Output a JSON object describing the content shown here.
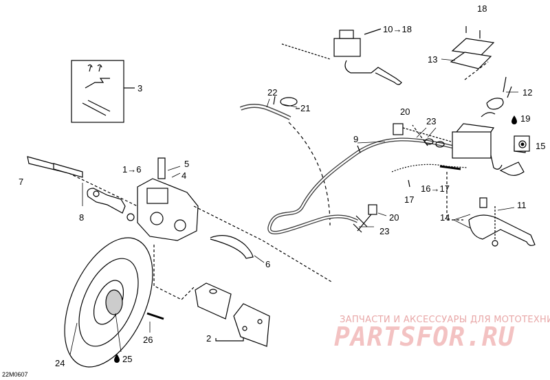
{
  "callouts": {
    "c3": "3",
    "c22": "22",
    "c21": "21",
    "c1_6": "1→6",
    "c5": "5",
    "c4": "4",
    "c7": "7",
    "c8": "8",
    "c9": "9",
    "c10_18": "10→18",
    "c18": "18",
    "c13": "13",
    "c12": "12",
    "c19": "19",
    "c20a": "20",
    "c23a": "23",
    "c15": "15",
    "c16_17": "16→17",
    "c17": "17",
    "c11": "11",
    "c14": "14",
    "c20b": "20",
    "c23b": "23",
    "c6": "6",
    "c2": "2",
    "c26": "26",
    "c24": "24",
    "c25": "25"
  },
  "watermark": {
    "subtitle": "ЗАПЧАСТИ И АКСЕССУАРЫ ДЛЯ МОТОТЕХНИКИ",
    "logo": "PARTSFOR.RU"
  },
  "reference_code": "22M0607"
}
